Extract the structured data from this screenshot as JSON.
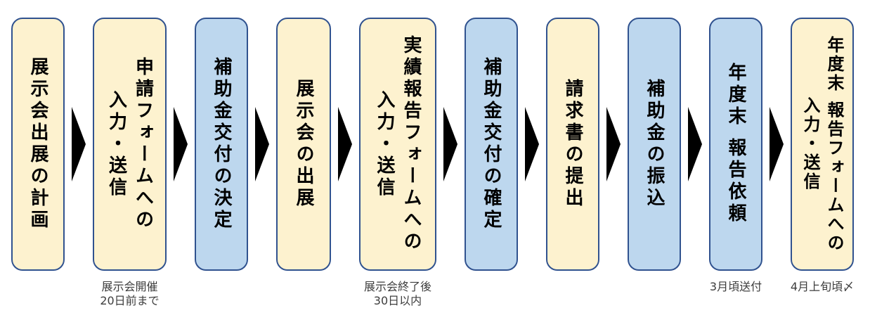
{
  "flow": {
    "colors": {
      "cream": "#FDF2CF",
      "blue": "#BDD7EE",
      "border": "#30528F",
      "arrow": "#000000",
      "label_text": "#000000",
      "note_text": "#3D3D3D"
    },
    "steps": [
      {
        "fill": "cream",
        "label_lines": [
          "展示会出展の計画"
        ],
        "note_lines": []
      },
      {
        "fill": "cream",
        "label_lines": [
          "申請フォームへの",
          "入力・送信"
        ],
        "note_lines": [
          "展示会開催",
          "20日前まで"
        ]
      },
      {
        "fill": "blue",
        "label_lines": [
          "補助金交付の決定"
        ],
        "note_lines": []
      },
      {
        "fill": "cream",
        "label_lines": [
          "展示会の出展"
        ],
        "note_lines": []
      },
      {
        "fill": "cream",
        "label_lines": [
          "実績報告フォームへの",
          "入力・送信"
        ],
        "note_lines": [
          "展示会終了後",
          "30日以内"
        ]
      },
      {
        "fill": "blue",
        "label_lines": [
          "補助金交付の確定"
        ],
        "note_lines": []
      },
      {
        "fill": "cream",
        "label_lines": [
          "請求書の提出"
        ],
        "note_lines": []
      },
      {
        "fill": "blue",
        "label_lines": [
          "補助金の振込"
        ],
        "note_lines": []
      },
      {
        "fill": "blue",
        "label_lines": [
          "年度末 報告依頼"
        ],
        "note_lines": [
          "3月頃送付"
        ]
      },
      {
        "fill": "cream",
        "label_lines": [
          "年度末 報告フォームへの",
          "入力・送信"
        ],
        "note_lines": [
          "4月上旬頃〆"
        ]
      }
    ]
  }
}
